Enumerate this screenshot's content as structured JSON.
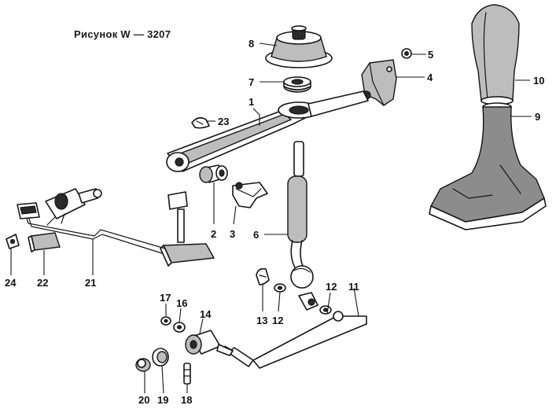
{
  "figure": {
    "caption": "Рисунок W — 3207"
  },
  "callouts": [
    {
      "id": "8",
      "label": "8"
    },
    {
      "id": "5",
      "label": "5"
    },
    {
      "id": "4",
      "label": "4"
    },
    {
      "id": "7",
      "label": "7"
    },
    {
      "id": "1",
      "label": "1"
    },
    {
      "id": "23",
      "label": "23"
    },
    {
      "id": "10",
      "label": "10"
    },
    {
      "id": "9",
      "label": "9"
    },
    {
      "id": "2",
      "label": "2"
    },
    {
      "id": "3",
      "label": "3"
    },
    {
      "id": "6",
      "label": "6"
    },
    {
      "id": "24",
      "label": "24"
    },
    {
      "id": "22",
      "label": "22"
    },
    {
      "id": "21",
      "label": "21"
    },
    {
      "id": "13",
      "label": "13"
    },
    {
      "id": "12a",
      "label": "12"
    },
    {
      "id": "12b",
      "label": "12"
    },
    {
      "id": "11",
      "label": "11"
    },
    {
      "id": "17",
      "label": "17"
    },
    {
      "id": "16",
      "label": "16"
    },
    {
      "id": "14",
      "label": "14"
    },
    {
      "id": "20",
      "label": "20"
    },
    {
      "id": "19",
      "label": "19"
    },
    {
      "id": "18",
      "label": "18"
    }
  ]
}
